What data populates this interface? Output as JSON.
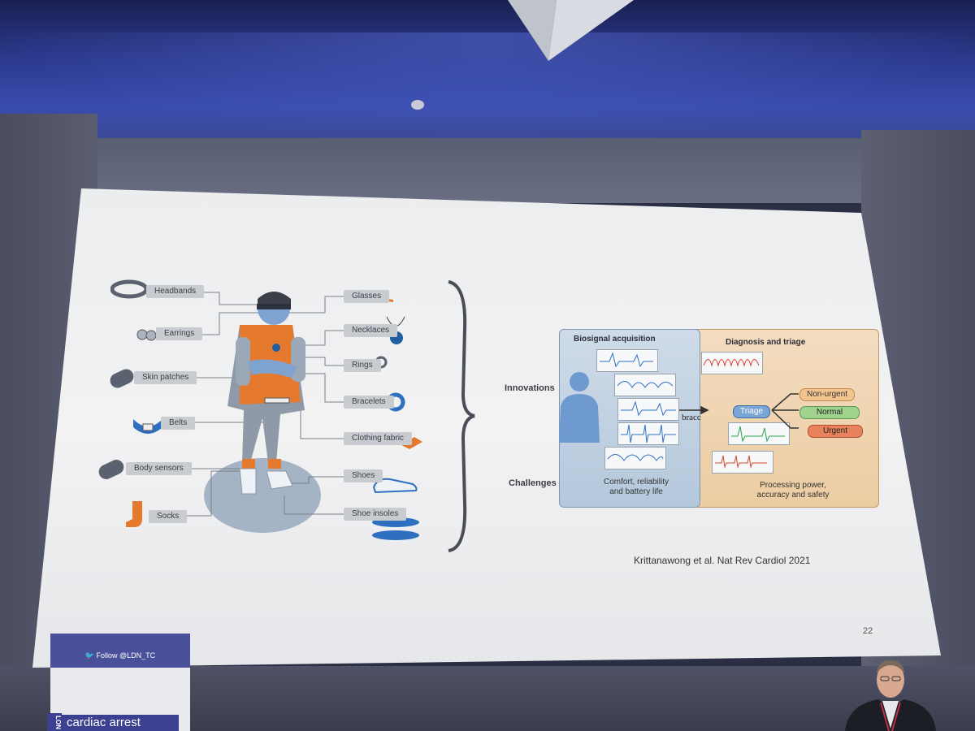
{
  "slide": {
    "left_labels": [
      "Headbands",
      "Earrings",
      "Skin patches",
      "Belts",
      "Body sensors",
      "Socks"
    ],
    "right_labels": [
      "Glasses",
      "Necklaces",
      "Rings",
      "Bracelets",
      "Clothing fabric",
      "Shoes",
      "Shoe insoles"
    ],
    "row_labels": {
      "innovations": "Innovations",
      "challenges": "Challenges"
    },
    "panel_left": {
      "title": "Biosignal acquisition",
      "caption_line1": "Comfort, reliability",
      "caption_line2": "and battery life"
    },
    "panel_right": {
      "title": "Diagnosis and triage",
      "triage": "Triage",
      "outcomes": [
        "Non-urgent",
        "Normal",
        "Urgent"
      ],
      "caption_line1": "Processing power,",
      "caption_line2": "accuracy and safety"
    },
    "arrow_text": "bracc",
    "citation": "Krittanawong et al. Nat Rev Cardiol 2021",
    "page_number": "22"
  },
  "banner": {
    "follow": "Follow @LDN_TC",
    "bottom_text": "cardiac arrest",
    "side_text": "LON"
  },
  "colors": {
    "ceiling": "#2b3a8e",
    "slide_bg": "#efefef",
    "label_box": "#c8cbd0",
    "panel_left": "#c2d3e4",
    "panel_right": "#efd2ad",
    "non_urgent": "#f2c48e",
    "normal": "#9fd38e",
    "urgent": "#e8825c",
    "triage": "#7aa6d6",
    "banner": "#4a4f9a"
  }
}
